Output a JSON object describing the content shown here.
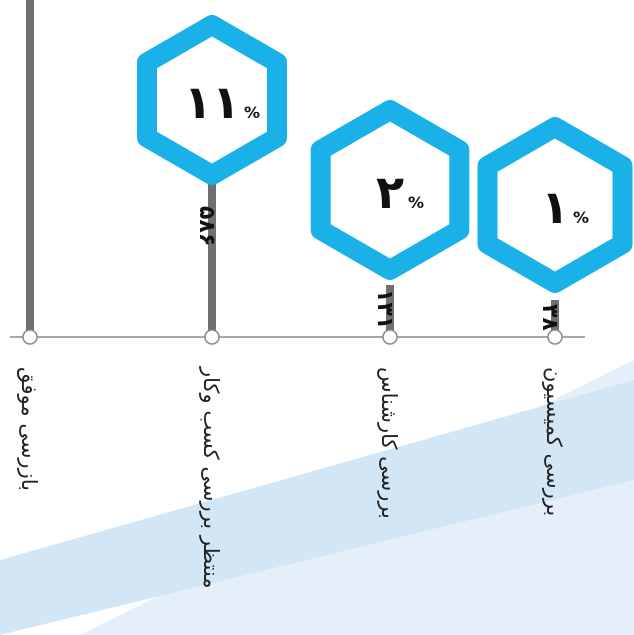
{
  "chart_data": {
    "type": "bar",
    "categories": [
      "بازرسی موفق",
      "منتظر بررسی کسب وکار",
      "بررسی کارشناس",
      "بررسی کمیسیون"
    ],
    "values": [
      null,
      586,
      131,
      38
    ],
    "value_labels": [
      "",
      "۵۸۶",
      "۱۳۱",
      "۳۸"
    ],
    "percent_labels": [
      "",
      "۱۱",
      "۲",
      "۱"
    ],
    "percent_sign": "%",
    "ylim": [
      0,
      600
    ],
    "colors": {
      "hexagon": "#1ab0e8",
      "bar": "#707070",
      "axis": "#8a8a8a",
      "background_band": "#d3e6f5"
    }
  }
}
